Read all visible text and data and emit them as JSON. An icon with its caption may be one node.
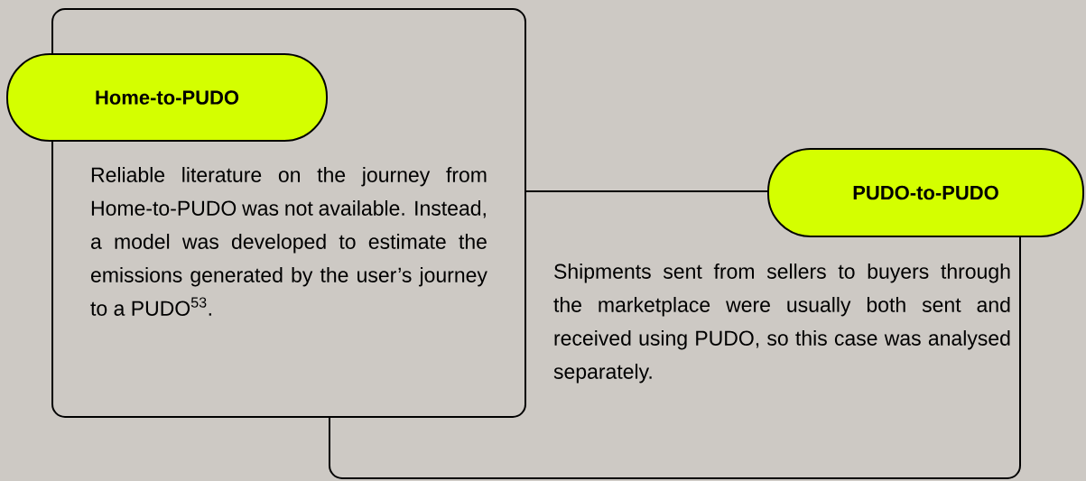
{
  "diagram": {
    "nodes": [
      {
        "text": [
          "Reliable literature on the journey from Home-to-PUDO was not available. Instead, a model was developed to estimate the emissions generated by the user’s journey to a PUDO$^{53}$."
        ]
      },
      {
        "text": [
          "Home-to-PUDO"
        ]
      },
      {
        "text": [
          "Shipments sent from sellers to buyers through the marketplace were usually both sent and received using PUDO, so this case was analysed separately."
        ]
      },
      {
        "text": [
          "PUDO-to-PUDO"
        ]
      }
    ]
  }
}
